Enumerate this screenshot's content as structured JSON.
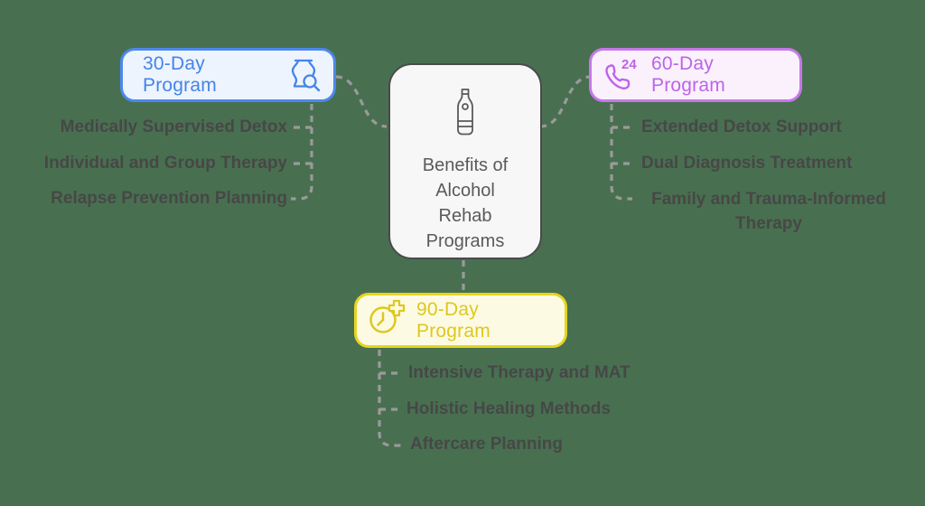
{
  "title": "Benefits of Alcohol Rehab Programs",
  "colors": {
    "background": "#487050",
    "connector": "#9a9a9a",
    "sub_item_text": "#474747",
    "center_border": "#4a4a4a",
    "center_fill": "#f7f7f8",
    "center_text": "#5a5a5a",
    "blue_text": "#4584e8",
    "blue_border": "#4c88ec",
    "blue_fill": "#edf4fe",
    "purple_text": "#bd63e8",
    "purple_border": "#c678e8",
    "purple_fill": "#faf1fd",
    "yellow_text": "#ddc81e",
    "yellow_border": "#e6d41f",
    "yellow_fill": "#fdfae3"
  },
  "center": {
    "icon": "wine-bottle-icon",
    "lines": [
      "Benefits of",
      "Alcohol",
      "Rehab",
      "Programs"
    ]
  },
  "branches": [
    {
      "label": "30-Day Program",
      "icon": "detox-jar-magnifier-icon",
      "items": [
        "Medically Supervised Detox",
        "Individual and Group Therapy",
        "Relapse Prevention Planning"
      ]
    },
    {
      "label": "60-Day Program",
      "icon": "phone-24h-icon",
      "icon_badge": "24",
      "items": [
        "Extended Detox Support",
        "Dual Diagnosis Treatment",
        "Family and Trauma-Informed Therapy"
      ]
    },
    {
      "label": "90-Day Program",
      "icon": "clock-plus-icon",
      "items": [
        "Intensive Therapy and MAT",
        "Holistic Healing Methods",
        "Aftercare Planning"
      ]
    }
  ]
}
